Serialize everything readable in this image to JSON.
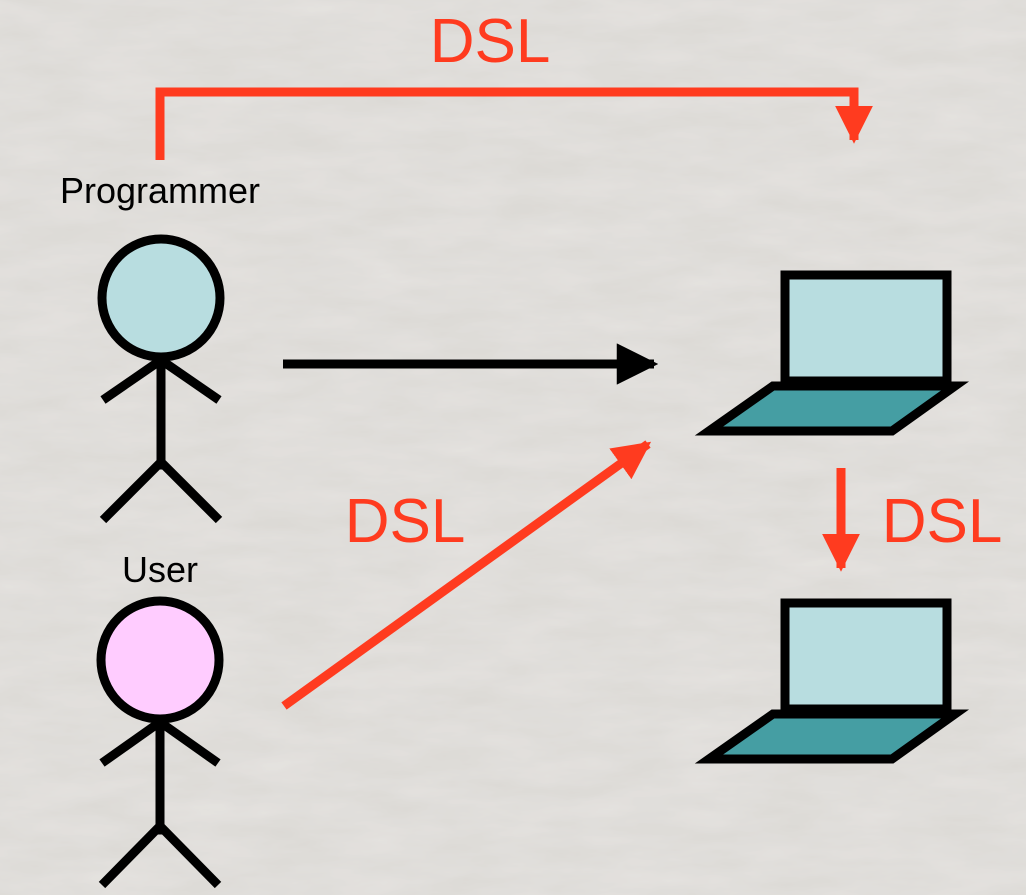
{
  "labels": {
    "programmer": "Programmer",
    "user": "User",
    "dsl_top": "DSL",
    "dsl_middle": "DSL",
    "dsl_right": "DSL"
  },
  "colors": {
    "background": "#e5e3e0",
    "arrow_red": "#ff3b1f",
    "label_red": "#ff3b1f",
    "outline": "#000000",
    "programmer_head": "#b8dde0",
    "user_head": "#ffccff",
    "laptop_screen": "#b8dde0",
    "laptop_keyboard": "#459ea3"
  },
  "icons": {
    "programmer": "stick-figure-icon",
    "user": "stick-figure-icon",
    "laptop_top": "laptop-icon",
    "laptop_bottom": "laptop-icon"
  }
}
